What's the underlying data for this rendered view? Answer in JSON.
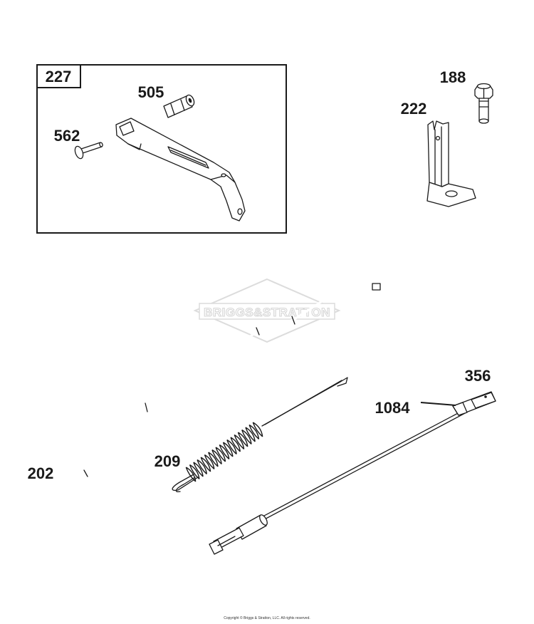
{
  "watermark": {
    "text": "BRIGGS&STRATTON"
  },
  "group_box": {
    "label": "227"
  },
  "parts": [
    {
      "id": "505",
      "label": "505"
    },
    {
      "id": "562",
      "label": "562"
    },
    {
      "id": "188",
      "label": "188"
    },
    {
      "id": "222",
      "label": "222"
    },
    {
      "id": "356",
      "label": "356"
    },
    {
      "id": "1084",
      "label": "1084"
    },
    {
      "id": "209",
      "label": "209"
    },
    {
      "id": "202",
      "label": "202"
    }
  ],
  "footer": {
    "copyright": "Copyright © Briggs & Stratton, LLC. All rights reserved."
  }
}
